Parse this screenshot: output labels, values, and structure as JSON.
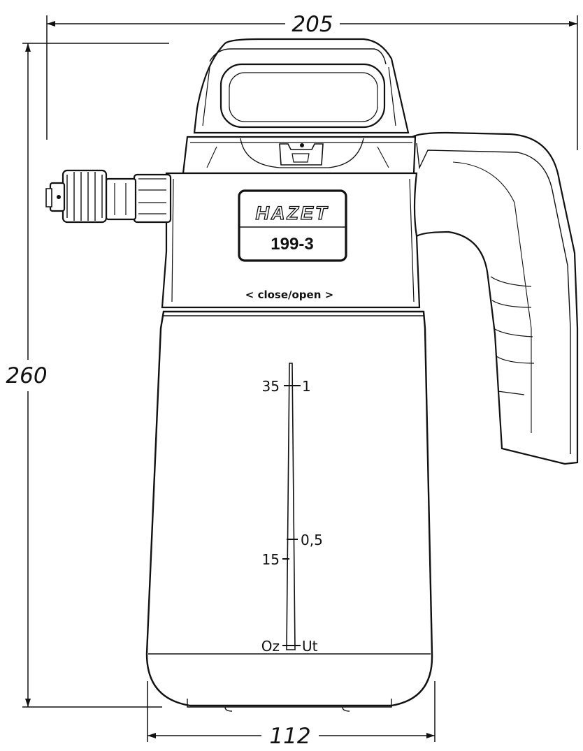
{
  "dimensions": {
    "overall_width": "205",
    "overall_height": "260",
    "bottle_width": "112"
  },
  "label": {
    "brand": "HAZET",
    "model": "199-3",
    "instruction": "< close/open >"
  },
  "scale": {
    "oz_top": "35",
    "lt_top": "1",
    "lt_mid": "0,5",
    "oz_mid": "15",
    "oz_unit": "Oz",
    "lt_unit": "Ut"
  }
}
